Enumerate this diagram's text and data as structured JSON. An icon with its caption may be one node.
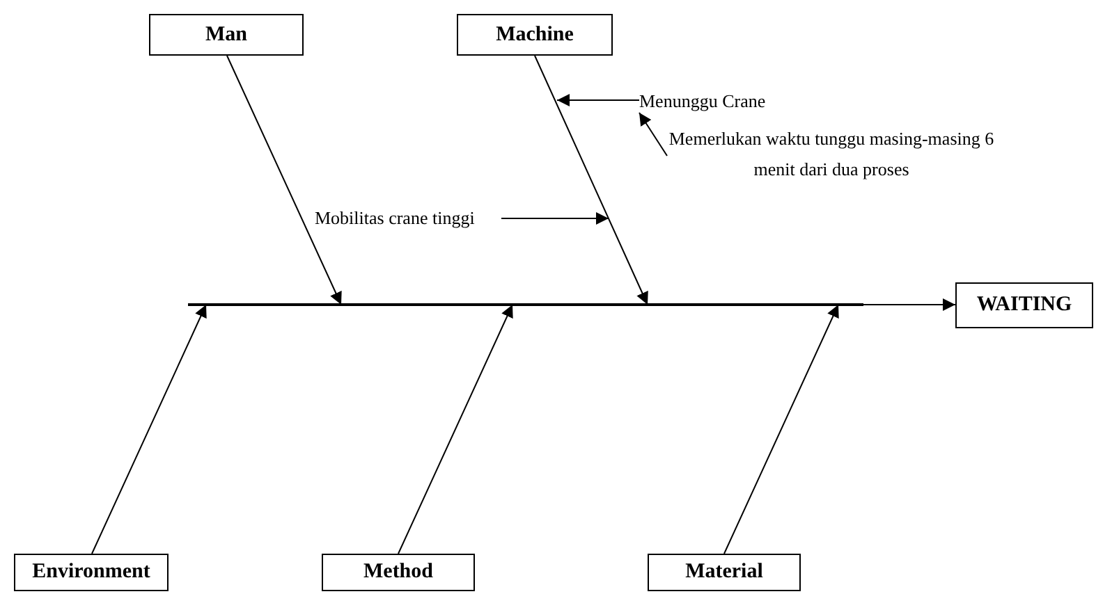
{
  "diagram": {
    "nodes": [
      {
        "text": [
          "Man"
        ]
      },
      {
        "text": [
          "Machine"
        ]
      },
      {
        "text": [
          "Menunggu Crane"
        ]
      },
      {
        "text": [
          "Memerlukan waktu tunggu masing-masing 6 menit dari dua proses"
        ]
      },
      {
        "text": [
          "Mobilitas crane tinggi"
        ]
      },
      {
        "text": [],
        "shape": "line"
      },
      {
        "text": [
          "WAITING"
        ]
      },
      {
        "text": [
          "Environment"
        ]
      },
      {
        "text": [
          "Method"
        ]
      },
      {
        "text": [
          "Material"
        ]
      }
    ],
    "edges": [
      {
        "from": 0,
        "to": 5,
        "arrow": "to"
      },
      {
        "from": 1,
        "to": 5,
        "arrow": "to"
      },
      {
        "from": 7,
        "to": 5,
        "arrow": "to"
      },
      {
        "from": 8,
        "to": 5,
        "arrow": "to"
      },
      {
        "from": 9,
        "to": 5,
        "arrow": "to"
      },
      {
        "from": 5,
        "to": 6,
        "arrow": "to"
      },
      {
        "from": 2,
        "to": null,
        "arrow": "to"
      },
      {
        "from": 3,
        "to": 2,
        "arrow": "to"
      },
      {
        "from": 4,
        "to": null,
        "arrow": "to"
      }
    ]
  }
}
